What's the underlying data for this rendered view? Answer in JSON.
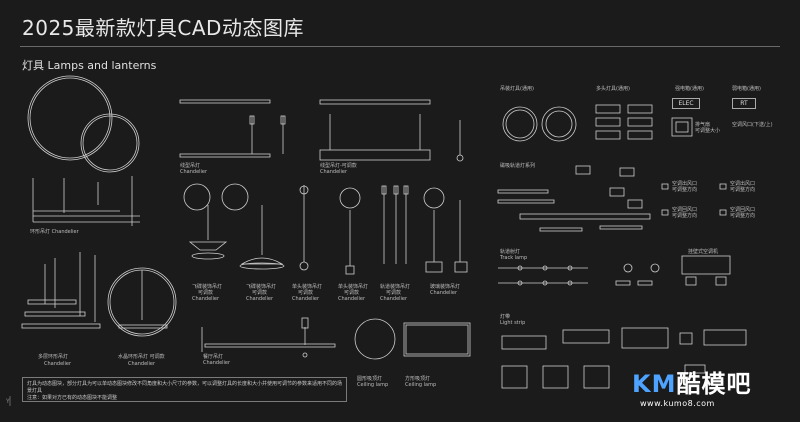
{
  "header": {
    "title": "2025最新款灯具CAD动态图库"
  },
  "section": {
    "title": "灯具 Lamps and lanterns"
  },
  "labels": {
    "ring_lamp": "环形吊灯 Chandelier",
    "linear": "线型吊灯",
    "linear_en": "Chandelier",
    "linear_small": "线型吊灯-可调款",
    "linear_small_en": "Chandelier",
    "multi_ring": "多层环形吊灯",
    "multi_ring_en": "Chandelier",
    "multi_ring2": "水晶环形吊灯 可调款",
    "multi_ring2_en": "Chandelier",
    "pendant1": "飞碟装饰吊灯",
    "pendant1_sub": "可调款",
    "pendant1_en": "Chandelier",
    "pendant2": "飞碟装饰吊灯",
    "pendant2_sub": "可调款",
    "pendant2_en": "Chandelier",
    "pendant3": "单头装饰吊灯",
    "pendant3_sub": "可调款",
    "pendant3_en": "Chandelier",
    "pendant4": "单头装饰吊灯",
    "pendant4_sub": "可调款",
    "pendant4_en": "Chandelier",
    "pendant5": "轨道装饰吊灯",
    "pendant5_sub": "可调款",
    "pendant5_en": "Chandelier",
    "pendant6": "玻璃装饰吊灯",
    "pendant6_en": "Chandelier",
    "track_long": "餐厅吊灯",
    "track_long_en": "Chandelier",
    "ceiling_round": "圆形吸顶灯",
    "ceiling_round_en": "Ceiling lamp",
    "ceiling_rect": "方形吸顶灯",
    "ceiling_rect_en": "Ceiling lamp",
    "downlight": "吊装灯具(通用)",
    "multi_head": "多头灯具(通用)",
    "elec_title": "强电箱(通用)",
    "rt_title": "弱电箱(通用)",
    "magnetic": "磁吸轨道灯系列",
    "track": "轨道射灯",
    "track_en": "Track lamp",
    "ac_title": "空调风口(下送/上)",
    "ac1": "空调出风口",
    "ac2": "空调出风口",
    "ac3": "空调回风口",
    "ac4": "空调回风口",
    "ac_sub": "可调整方向",
    "exhaust": "排气扇",
    "exhaust_sub": "可调整大小",
    "wall_ac": "挂壁式空调机",
    "spotlight_title": "灯带",
    "spotlight_en": "Light strip"
  },
  "tags": {
    "elec": "ELEC",
    "rt": "RT"
  },
  "note": {
    "line1": "灯具为动态图块，部分灯具为可以单动态图块修改不同角度和大小尺寸的参数，可以调整灯具的长度和大小并使用可调节的参数来适用不同的场景灯具",
    "line2": "注意：如果对方已有的动态图块不能调整"
  },
  "brand": {
    "logo_en": "KM",
    "logo_cn": "酷模吧",
    "url": "www.kumo8.com"
  },
  "axis": {
    "y": "Y"
  },
  "colors": {
    "background": "#1b1b1b",
    "line": "#d0d0d0",
    "accent": "#4da3ff"
  }
}
